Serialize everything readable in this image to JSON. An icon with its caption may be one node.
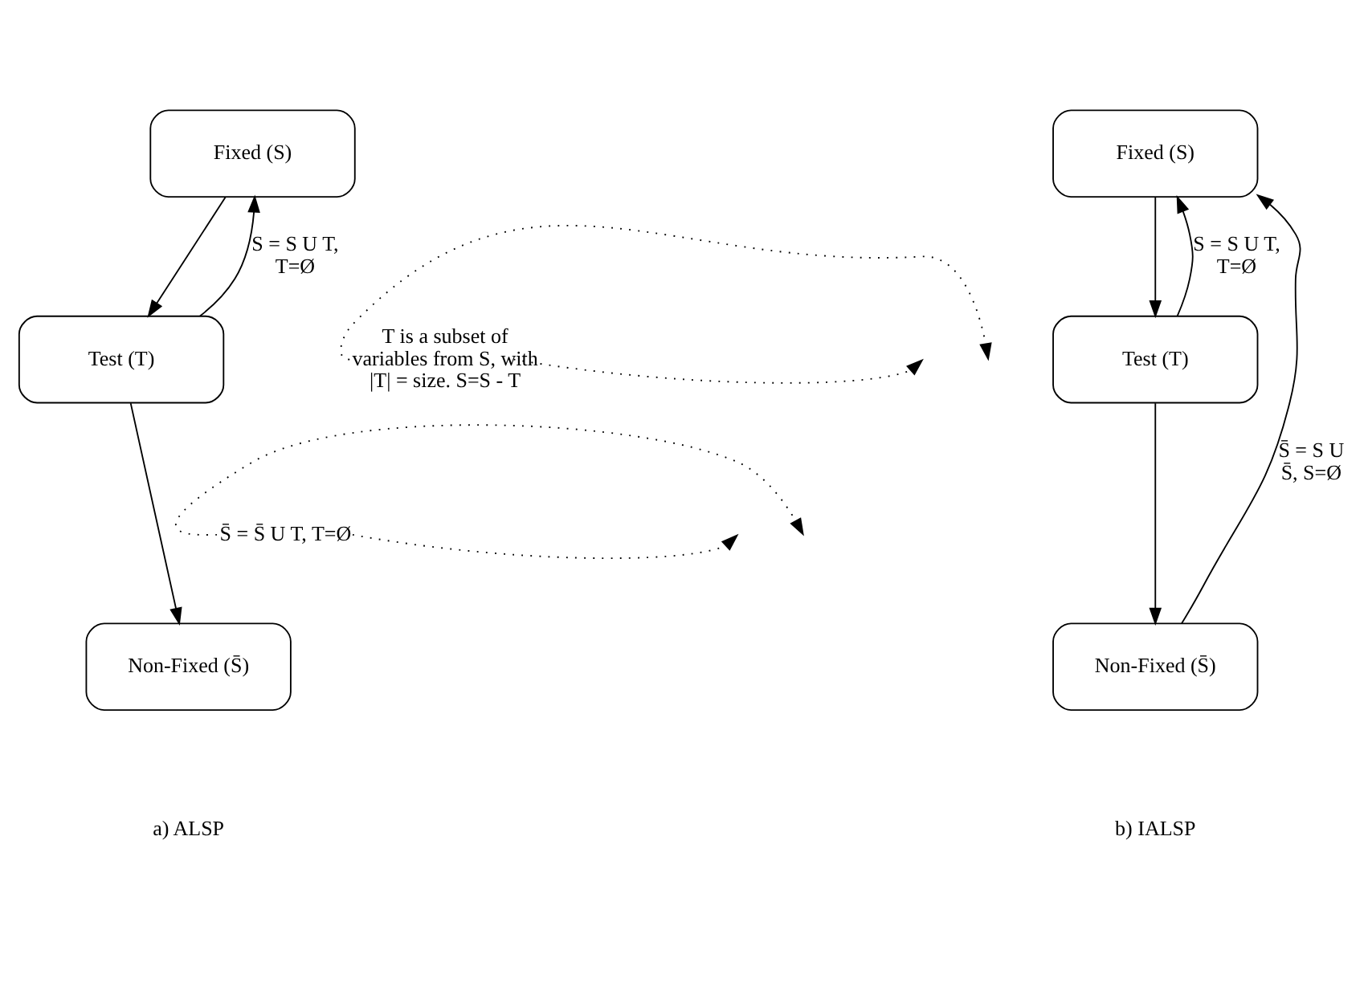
{
  "diagram": {
    "nodes": [
      {
        "text": [
          "Fixed (S)"
        ]
      },
      {
        "text": [
          "Test (T)"
        ]
      },
      {
        "text": [
          "Non-Fixed (S̄)"
        ]
      },
      {
        "text": [
          "Fixed (S)"
        ]
      },
      {
        "text": [
          "Test (T)"
        ]
      },
      {
        "text": [
          "Non-Fixed (S̄)"
        ]
      },
      {
        "text": [
          "T is a subset of variables from S, with |T| = size. S=S - T"
        ]
      },
      {
        "text": [
          "S̄ = S̄ U T, T=Ø"
        ]
      }
    ],
    "edges": [
      {
        "from": 0,
        "to": 1,
        "arrow": "to"
      },
      {
        "from": 1,
        "to": 0,
        "arrow": "to",
        "label": "S = S U T, T=Ø"
      },
      {
        "from": 1,
        "to": 2,
        "arrow": "to"
      },
      {
        "from": 3,
        "to": 4,
        "arrow": "to"
      },
      {
        "from": 4,
        "to": 3,
        "arrow": "to",
        "label": "S = S U T, T=Ø"
      },
      {
        "from": 4,
        "to": 5,
        "arrow": "to"
      },
      {
        "from": 5,
        "to": 3,
        "arrow": "to",
        "label": "S̄ = S U S̄, S=Ø"
      },
      {
        "from": 6,
        "to": null,
        "arrow": "to",
        "style": "dashed"
      },
      {
        "from": 6,
        "to": null,
        "arrow": "to",
        "style": "dashed"
      },
      {
        "from": 7,
        "to": null,
        "arrow": "to",
        "style": "dashed"
      },
      {
        "from": 7,
        "to": null,
        "arrow": "to",
        "style": "dashed"
      }
    ],
    "labels": [
      "a) ALSP",
      "b) IALSP"
    ]
  }
}
